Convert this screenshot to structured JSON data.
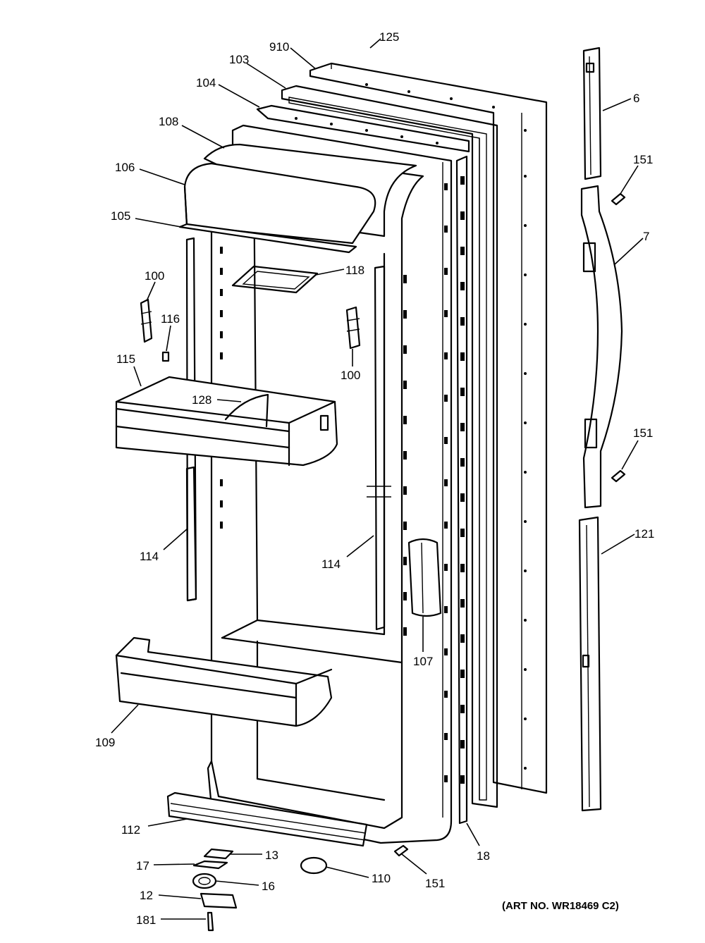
{
  "art_number": "(ART NO. WR18469 C2)",
  "callouts": {
    "c125": "125",
    "c910": "910",
    "c103": "103",
    "c104": "104",
    "c108": "108",
    "c106": "106",
    "c105": "105",
    "c118": "118",
    "c100a": "100",
    "c116": "116",
    "c100b": "100",
    "c115": "115",
    "c128": "128",
    "c114a": "114",
    "c114b": "114",
    "c107": "107",
    "c109": "109",
    "c112": "112",
    "c13": "13",
    "c17": "17",
    "c16": "16",
    "c12": "12",
    "c181": "181",
    "c110": "110",
    "c151a": "151",
    "c18": "18",
    "c6": "6",
    "c151b": "151",
    "c7": "7",
    "c151c": "151",
    "c121": "121"
  }
}
